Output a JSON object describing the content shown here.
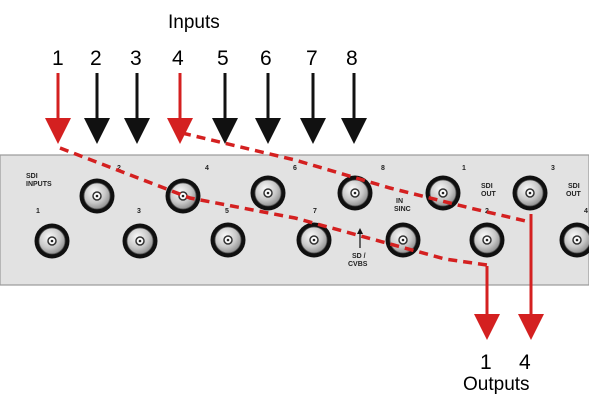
{
  "inputs_title": "Inputs",
  "outputs_title": "Outputs",
  "input_numbers": [
    "1",
    "2",
    "3",
    "4",
    "5",
    "6",
    "7",
    "8"
  ],
  "output_numbers": [
    "1",
    "4"
  ],
  "panel": {
    "sdi_inputs": [
      "SDI",
      "INPUTS"
    ],
    "connector_numbers": [
      "1",
      "2",
      "3",
      "4",
      "5",
      "6",
      "7",
      "8"
    ],
    "in_sinc": [
      "IN",
      "SINC"
    ],
    "sd_cvbs": [
      "SD /",
      "CVBS"
    ],
    "sdi_out_a": [
      "SDI",
      "OUT",
      "2"
    ],
    "sdi_out_b": [
      "SDI",
      "OUT"
    ],
    "out_numbers": [
      "1",
      "3",
      "4"
    ]
  },
  "colors": {
    "highlight": "#d42020",
    "arrow": "#111111",
    "panel": "#e2e2e2"
  }
}
